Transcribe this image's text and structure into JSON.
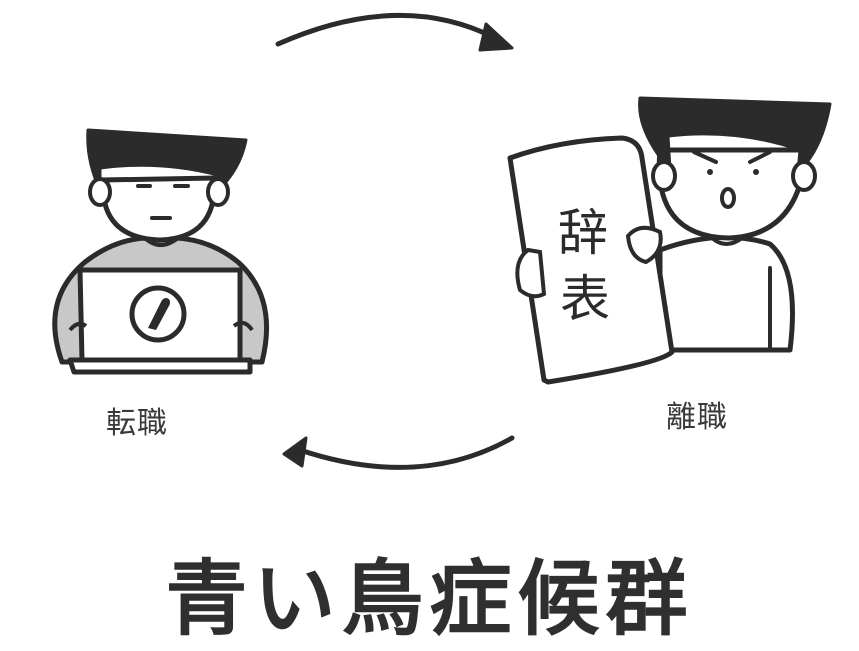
{
  "labels": {
    "left": "転職",
    "right": "離職",
    "paper_line1": "辞",
    "paper_line2": "表"
  },
  "title": "青い鳥症候群",
  "colors": {
    "ink": "#2b2b2b",
    "sweater": "#c8c8c8",
    "background": "#ffffff"
  },
  "icons": {
    "laptop_logo": "bird-icon"
  }
}
